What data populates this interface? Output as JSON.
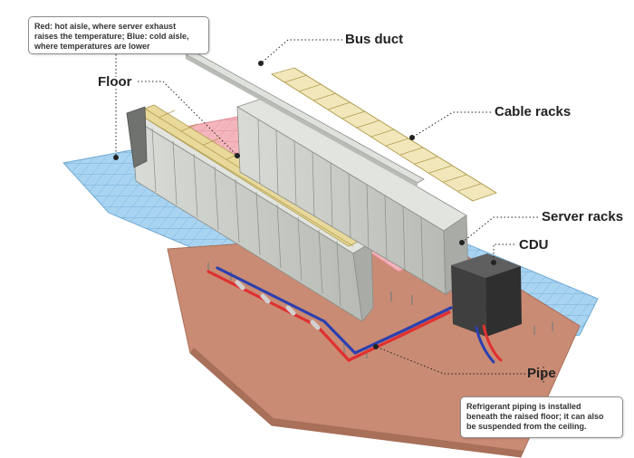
{
  "labels": {
    "bus_duct": "Bus duct",
    "cable_racks": "Cable racks",
    "floor": "Floor",
    "server_racks": "Server racks",
    "cdu": "CDU",
    "pipe": "Pipe"
  },
  "notes": {
    "aisle": [
      "Red: hot aisle, where server exhaust",
      "raises the temperature; Blue: cold aisle,",
      "where temperatures are lower"
    ],
    "piping": [
      "Refrigerant piping is installed",
      "beneath the raised floor; it can also",
      "be suspended from the ceiling."
    ]
  },
  "colors": {
    "cold_aisle": "#a8d4f2",
    "hot_aisle": "#f4b6bc",
    "subfloor": "#c98b73",
    "rack": "#c9ccc7",
    "cdu": "#4a4a4a",
    "pipe_hot": "#e03030",
    "pipe_cold": "#2b3fb0",
    "cable_rack": "#e8d99a"
  }
}
